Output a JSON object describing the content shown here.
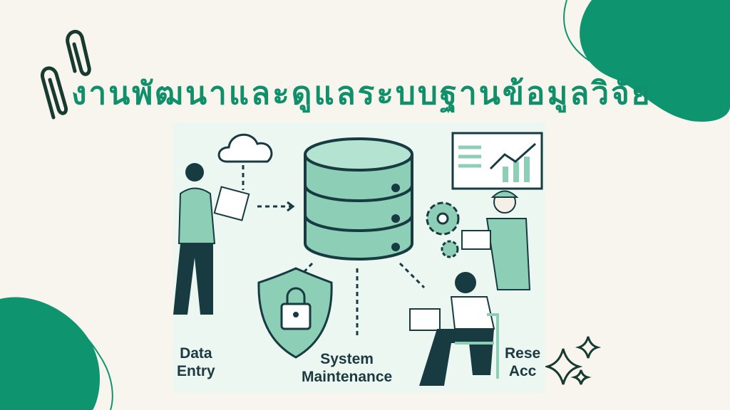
{
  "title": "งานพัฒนาและดูแลระบบฐานข้อมูลวิจัย",
  "labels": {
    "data_entry_1": "Data",
    "data_entry_2": "Entry",
    "system_1": "System",
    "system_2": "Maintenance",
    "research_1": "Rese",
    "research_2": "Acc"
  },
  "colors": {
    "accent": "#0f9470",
    "background": "#f8f5ee",
    "mint": "#8ccfb6",
    "dark": "#173b40"
  }
}
